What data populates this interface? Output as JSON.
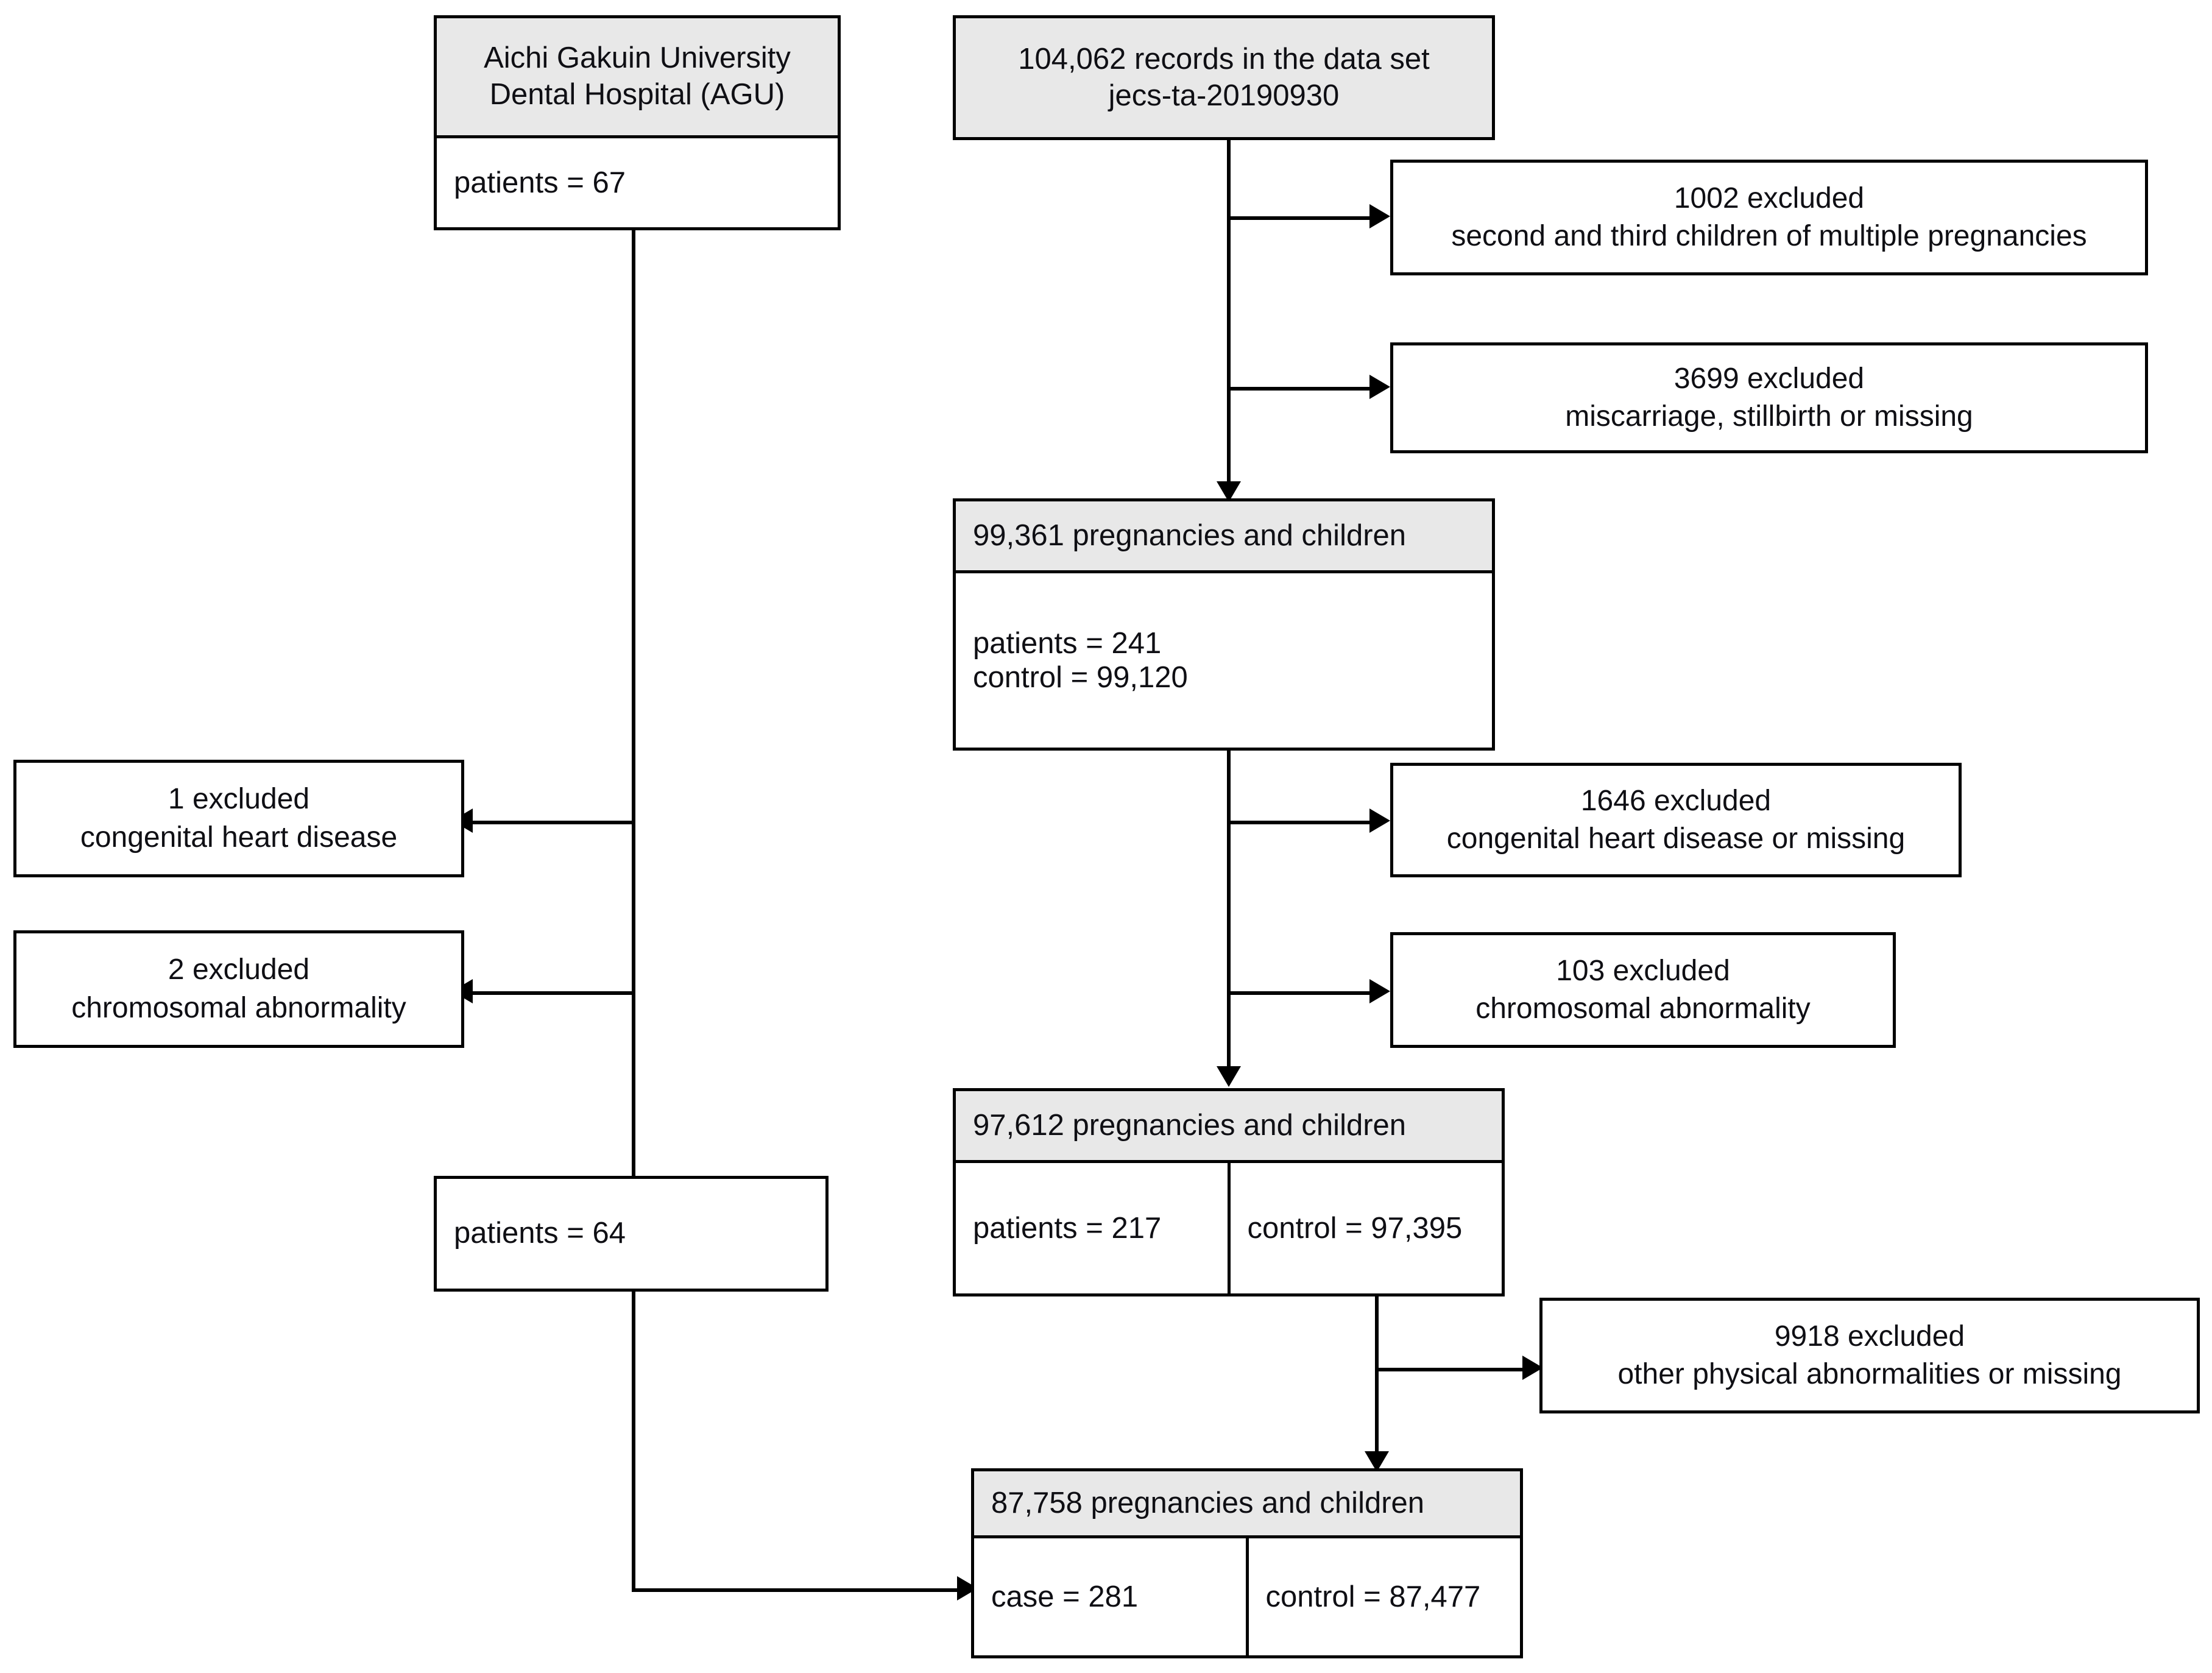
{
  "diagram": {
    "type": "study-flow-diagram",
    "nodes": {
      "agu": {
        "title": "Aichi Gakuin University\nDental Hospital (AGU)",
        "body": "patients = 67"
      },
      "dataset": {
        "title": "104,062 records in the data set\njecs-ta-20190930"
      },
      "excl_multiple": {
        "count": "1002 excluded",
        "reason": "second and third children of multiple pregnancies"
      },
      "excl_miscarriage": {
        "count": "3699 excluded",
        "reason": "miscarriage, stillbirth or missing"
      },
      "n99361": {
        "title": "99,361 pregnancies and children",
        "body": "patients = 241\ncontrol = 99,120"
      },
      "excl_chd_left": {
        "count": "1 excluded",
        "reason": "congenital heart disease"
      },
      "excl_chromo_left": {
        "count": "2 excluded",
        "reason": "chromosomal abnormality"
      },
      "excl_chd_right": {
        "count": "1646 excluded",
        "reason": "congenital heart disease or missing"
      },
      "excl_chromo_right": {
        "count": "103 excluded",
        "reason": "chromosomal abnormality"
      },
      "agu_remaining": {
        "body": "patients = 64"
      },
      "n97612": {
        "title": "97,612 pregnancies and children",
        "patients": "patients = 217",
        "control": "control = 97,395"
      },
      "excl_other": {
        "count": "9918 excluded",
        "reason": "other physical abnormalities or missing"
      },
      "n87758": {
        "title": "87,758 pregnancies and children",
        "case": "case = 281",
        "control": "control = 87,477"
      }
    },
    "colors": {
      "header_fill": "#e8e8e8",
      "box_fill": "#ffffff",
      "stroke": "#000000",
      "text": "#0f0f14"
    }
  }
}
